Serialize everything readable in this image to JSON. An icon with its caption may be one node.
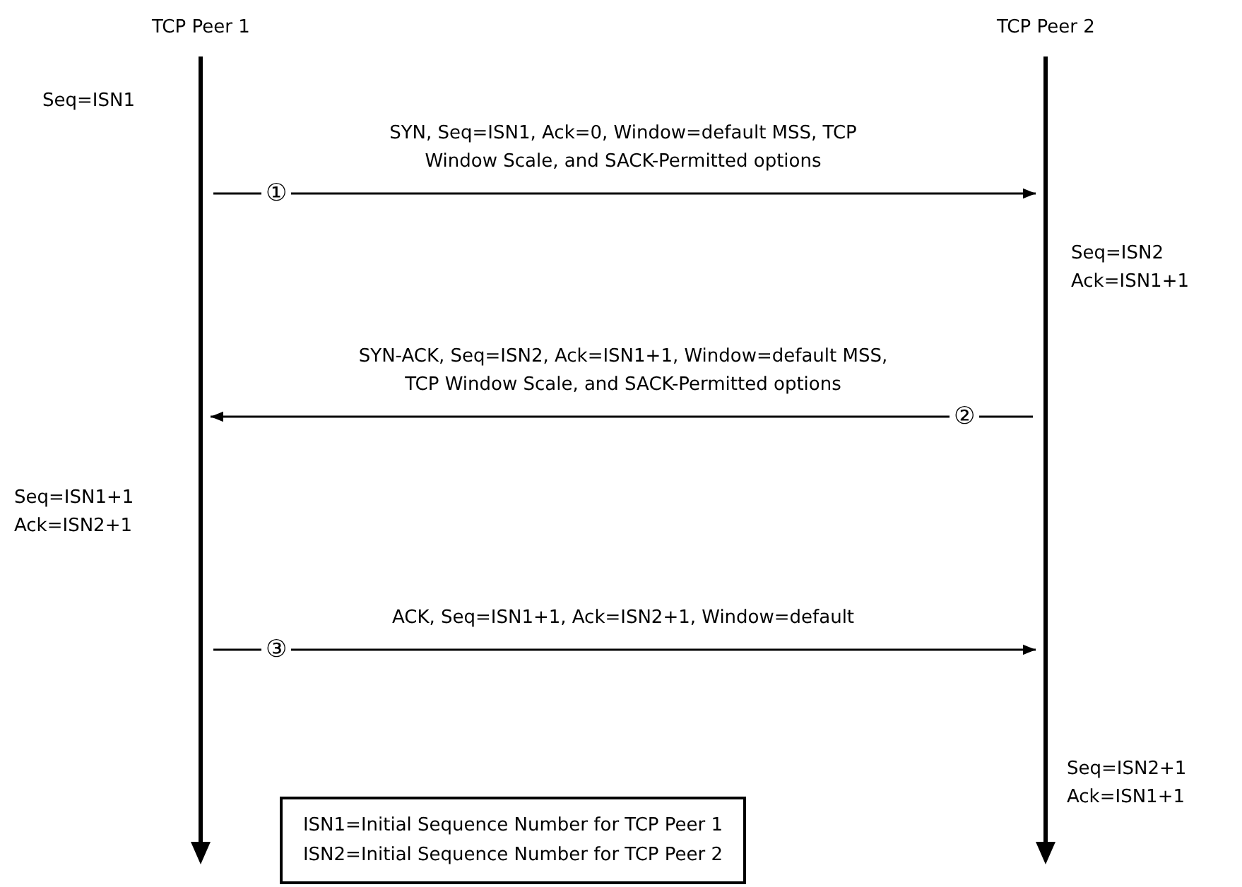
{
  "diagram": {
    "nodes": [
      {
        "text": [
          "TCP Peer 1"
        ]
      },
      {
        "text": [
          "TCP Peer 2"
        ]
      },
      {
        "text": [
          "ISN1=Initial Sequence Number for TCP Peer 1",
          "ISN2=Initial Sequence Number for TCP Peer 2"
        ]
      }
    ],
    "edges": [
      {
        "from": 0,
        "to": 1,
        "arrow": "to",
        "label": "SYN, Seq=ISN1, Ack=0, Window=default MSS, TCP Window Scale, and SACK-Permitted options"
      },
      {
        "from": 1,
        "to": 0,
        "arrow": "to",
        "label": "SYN-ACK, Seq=ISN2, Ack=ISN1+1, Window=default MSS, TCP Window Scale, and SACK-Permitted options"
      },
      {
        "from": 0,
        "to": 1,
        "arrow": "to",
        "label": "ACK, Seq=ISN1+1, Ack=ISN2+1, Window=default"
      }
    ],
    "labels": [
      "Seq=ISN1",
      "①",
      "Seq=ISN2 Ack=ISN1+1",
      "②",
      "Seq=ISN1+1 Ack=ISN2+1",
      "③",
      "Seq=ISN2+1 Ack=ISN1+1"
    ]
  }
}
